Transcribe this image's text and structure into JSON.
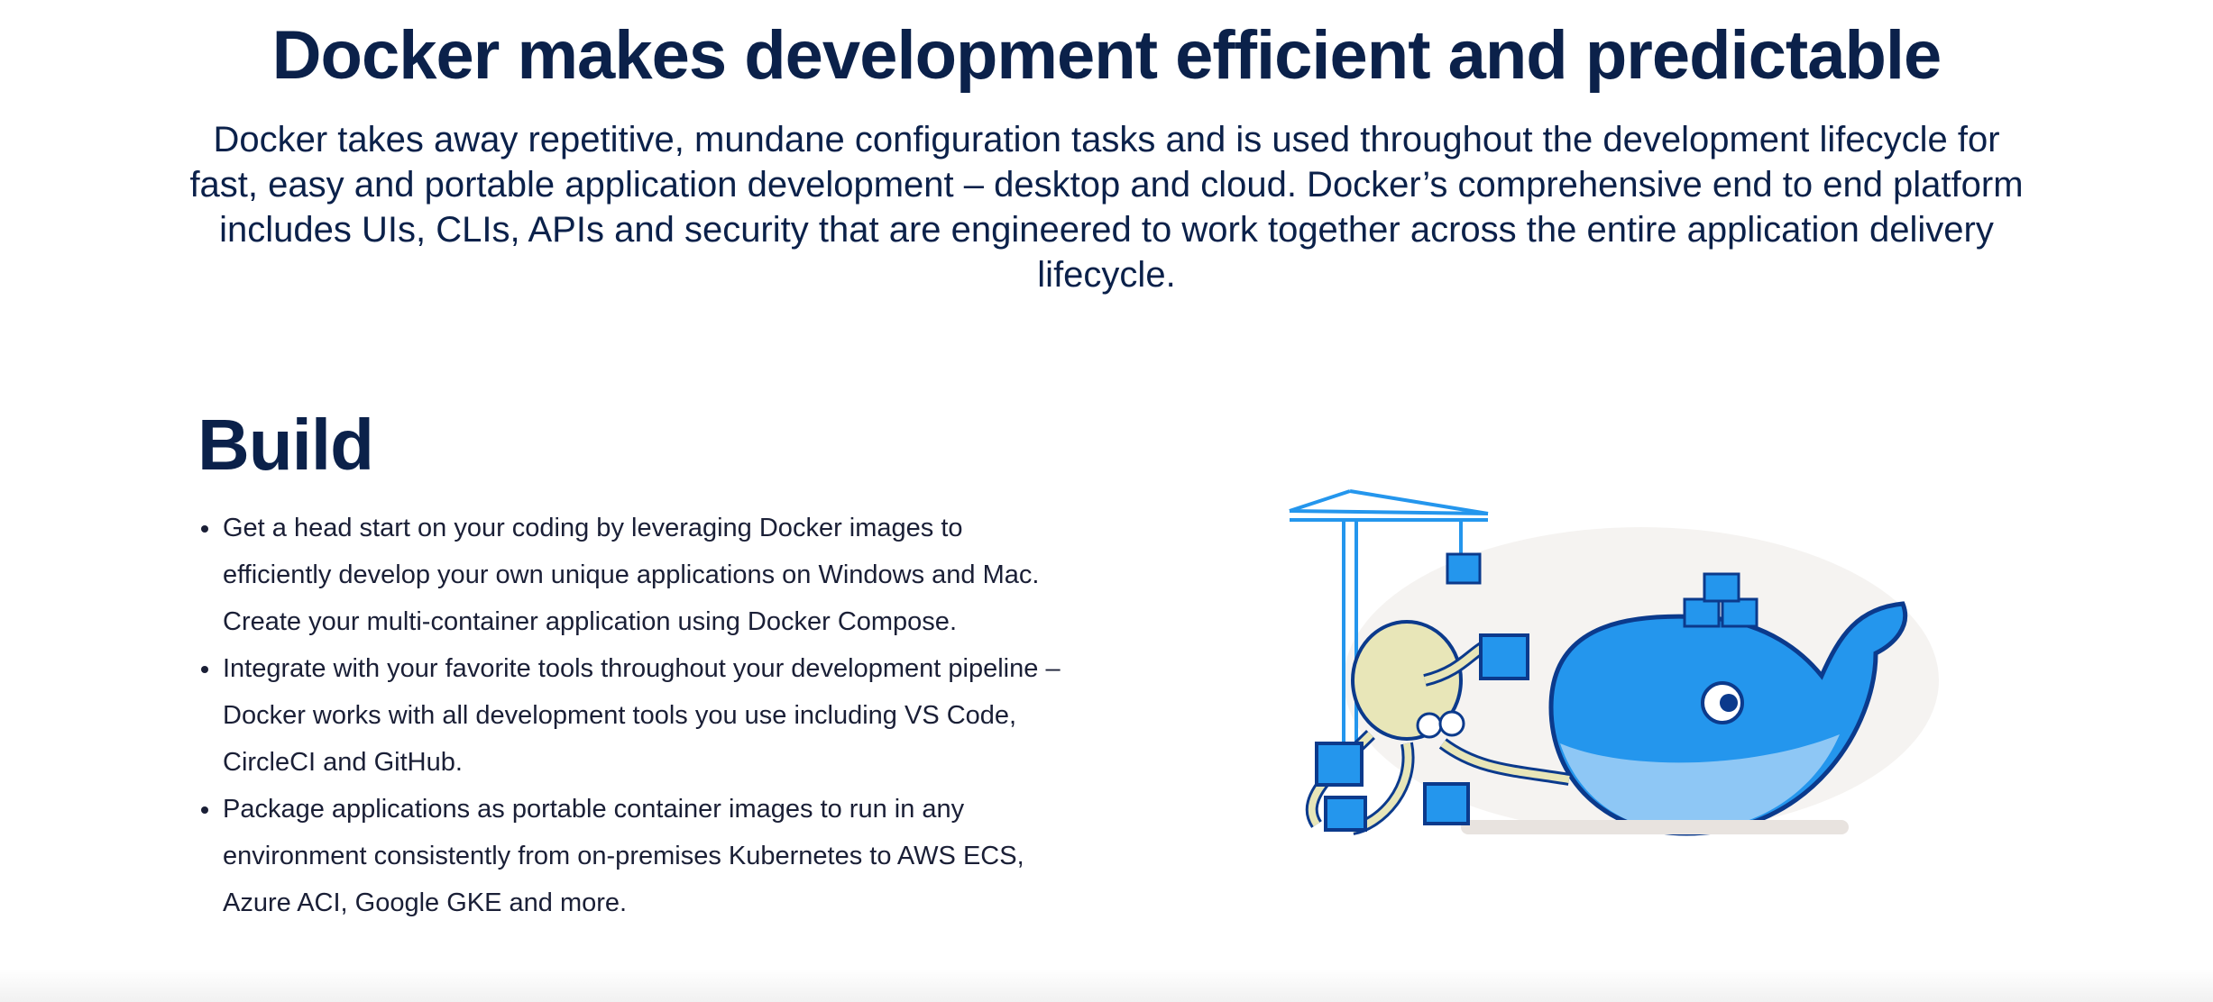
{
  "hero": {
    "title": "Docker makes development efficient and predictable",
    "description": "Docker takes away repetitive, mundane configuration tasks and is used throughout the development lifecycle for fast, easy and portable application development – desktop and cloud. Docker’s comprehensive end to end platform includes UIs, CLIs, APIs and security that are engineered to work together across the entire application delivery lifecycle."
  },
  "build": {
    "heading": "Build",
    "bullets": [
      "Get a head start on your coding by leveraging Docker images to efficiently develop your own unique applications on Windows and Mac.  Create your multi-container application using Docker Compose.",
      "Integrate with your favorite tools throughout your development pipeline – Docker works with all development tools you use including VS Code, CircleCI and GitHub.",
      "Package applications as portable container images to run in any environment consistently from on-premises Kubernetes to AWS ECS, Azure ACI, Google GKE and more."
    ],
    "illustration": "docker-whale-crane-octopus-illustration"
  },
  "colors": {
    "text": "#0b214a",
    "docker_blue": "#2496ed",
    "dark_blue": "#0b3a8c"
  }
}
